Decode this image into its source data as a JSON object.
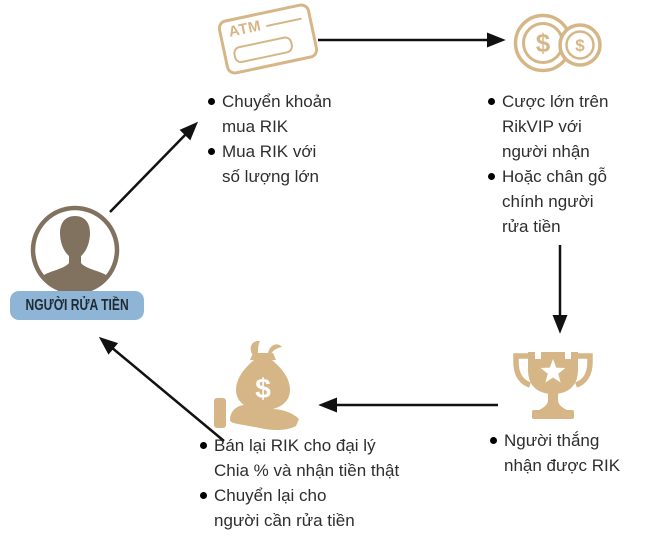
{
  "colors": {
    "icon_tan": "#d6b687",
    "person_brown": "#817260",
    "label_bg": "#8fb5d6",
    "label_text": "#1f2a33",
    "body_text": "#2e2e2e",
    "arrow": "#111111"
  },
  "icons": {
    "atm_label": "ATM",
    "dollar": "$"
  },
  "person": {
    "label": "NGƯỜI RỬA TIỀN"
  },
  "blocks": {
    "buy": {
      "items": [
        {
          "lines": [
            "Chuyển khoản",
            "mua RIK"
          ]
        },
        {
          "lines": [
            "Mua RIK với",
            "số lượng lớn"
          ]
        }
      ]
    },
    "bet": {
      "items": [
        {
          "lines": [
            "Cược lớn trên",
            "RikVIP với",
            "người nhận"
          ]
        },
        {
          "lines": [
            "Hoặc chân gỗ",
            "chính người",
            "rửa tiền"
          ]
        }
      ]
    },
    "win": {
      "items": [
        {
          "lines": [
            "Người thắng",
            "nhận được RIK"
          ]
        }
      ]
    },
    "sell": {
      "items": [
        {
          "lines": [
            "Bán lại RIK cho đại lý",
            "Chia % và nhận tiền thật"
          ]
        },
        {
          "lines": [
            "Chuyển lại cho",
            "người cần rửa tiền"
          ]
        }
      ]
    }
  }
}
